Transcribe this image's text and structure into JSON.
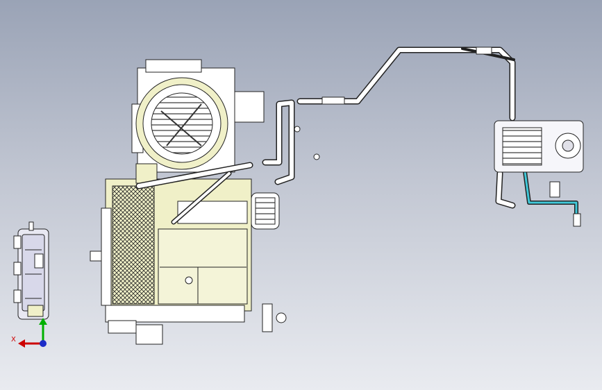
{
  "viewport": {
    "background_top": "#9aa3b6",
    "background_bottom": "#e9ebf0"
  },
  "triad": {
    "x_label": "X",
    "x_color": "#cc0000",
    "y_color": "#00b000",
    "z_color": "#1c2cc8"
  },
  "model": {
    "components": [
      "climate-control-panel",
      "hvac-module",
      "blower-fan",
      "refrigerant-lines",
      "compressor"
    ],
    "highlight_color": "#f0f0c8",
    "pipe_highlight_color": "#40c8d8"
  }
}
